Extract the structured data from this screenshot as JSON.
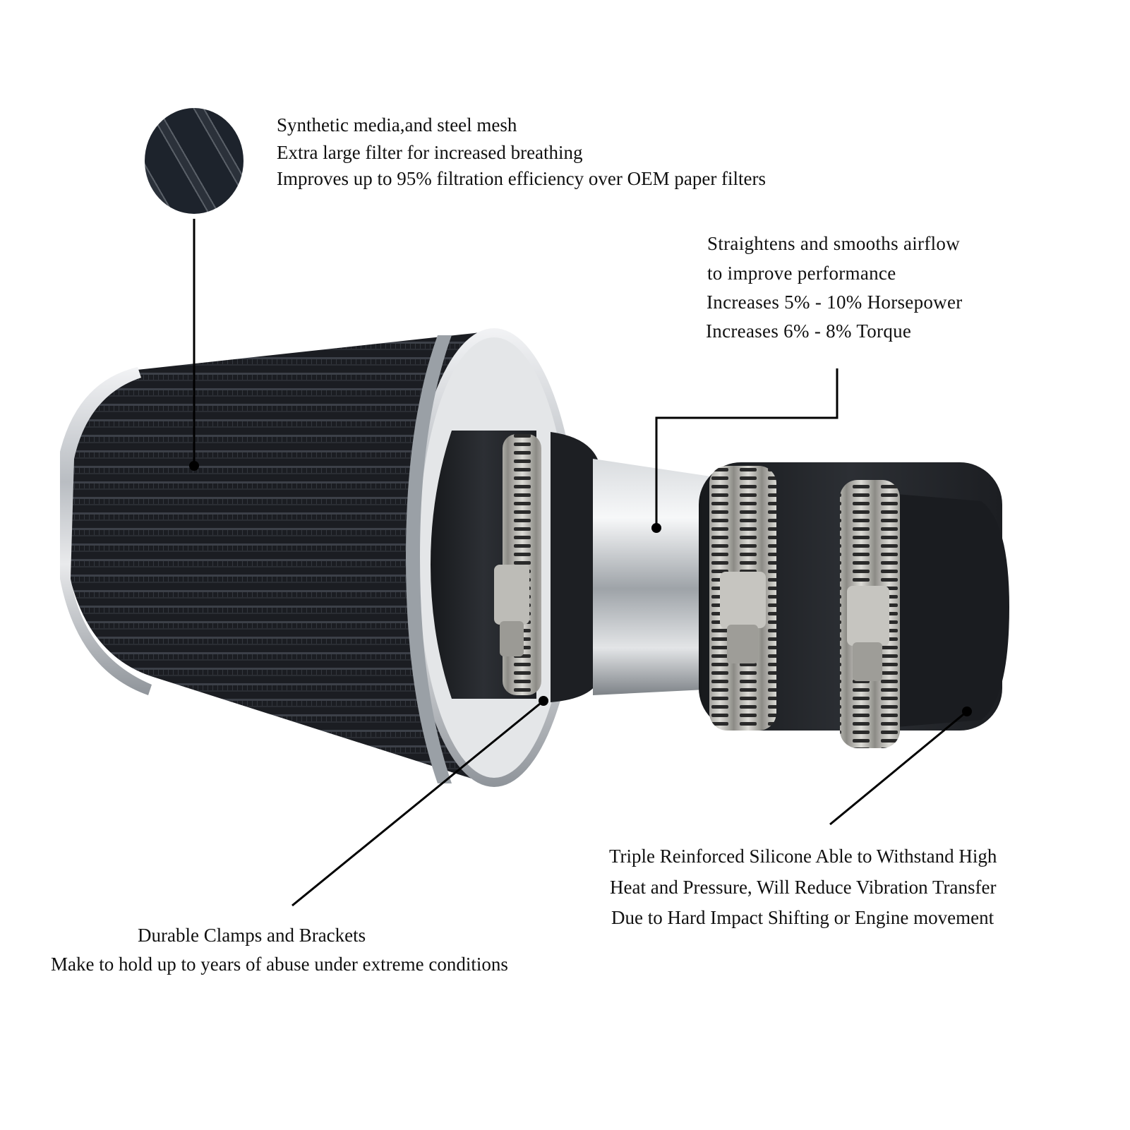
{
  "callouts": {
    "filter_media": {
      "lines": [
        "Synthetic media,and steel mesh",
        "Extra large filter for increased breathing",
        "Improves up to 95% filtration efficiency over OEM paper filters"
      ]
    },
    "airflow": {
      "lines": [
        "Straightens and smooths airflow",
        "to improve performance",
        "Increases 5% - 10% Horsepower",
        "Increases 6% - 8%  Torque"
      ]
    },
    "silicone": {
      "lines": [
        "Triple Reinforced Silicone Able to Withstand High",
        "Heat and Pressure, Will Reduce Vibration Transfer",
        "Due to Hard Impact Shifting or Engine movement"
      ]
    },
    "clamps": {
      "lines": [
        "Durable Clamps and Brackets",
        "Make to hold up to years of abuse under extreme conditions"
      ]
    }
  },
  "colors": {
    "background": "#ffffff",
    "text": "#111111",
    "filter_black": "#1b1d22",
    "chrome": "#c9ccd0",
    "rubber": "#232529",
    "clamp_steel": "#b8b8b4"
  }
}
